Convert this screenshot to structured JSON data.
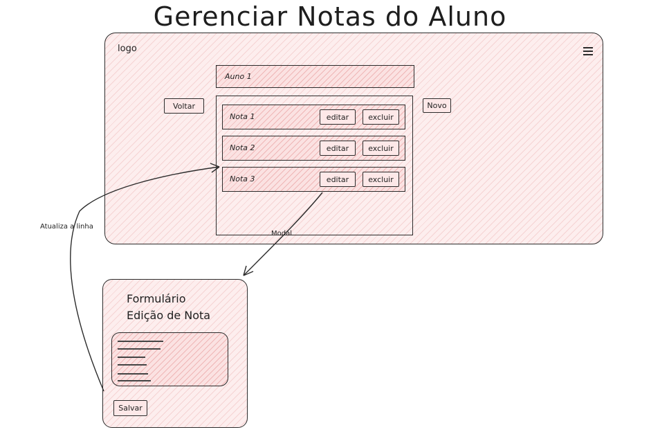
{
  "title": "Gerenciar Notas do Aluno",
  "main_window": {
    "logo": "logo",
    "menu_icon": "hamburger-menu-icon",
    "student_field": "Auno 1",
    "back_button": "Voltar",
    "new_button": "Novo",
    "notes": [
      {
        "label": "Nota 1",
        "edit": "editar",
        "delete": "excluir"
      },
      {
        "label": "Nota 2",
        "edit": "editar",
        "delete": "excluir"
      },
      {
        "label": "Nota 3",
        "edit": "editar",
        "delete": "excluir"
      }
    ]
  },
  "annotations": {
    "modal": "Modal",
    "update_row": "Atualiza a linha"
  },
  "modal_window": {
    "title_line1": "Formulário",
    "title_line2": "Edição de Nota",
    "save_button": "Salvar"
  },
  "colors": {
    "fill": "#fdeeee",
    "hatch": "#e08c8c",
    "stroke": "#2b2b2b"
  }
}
